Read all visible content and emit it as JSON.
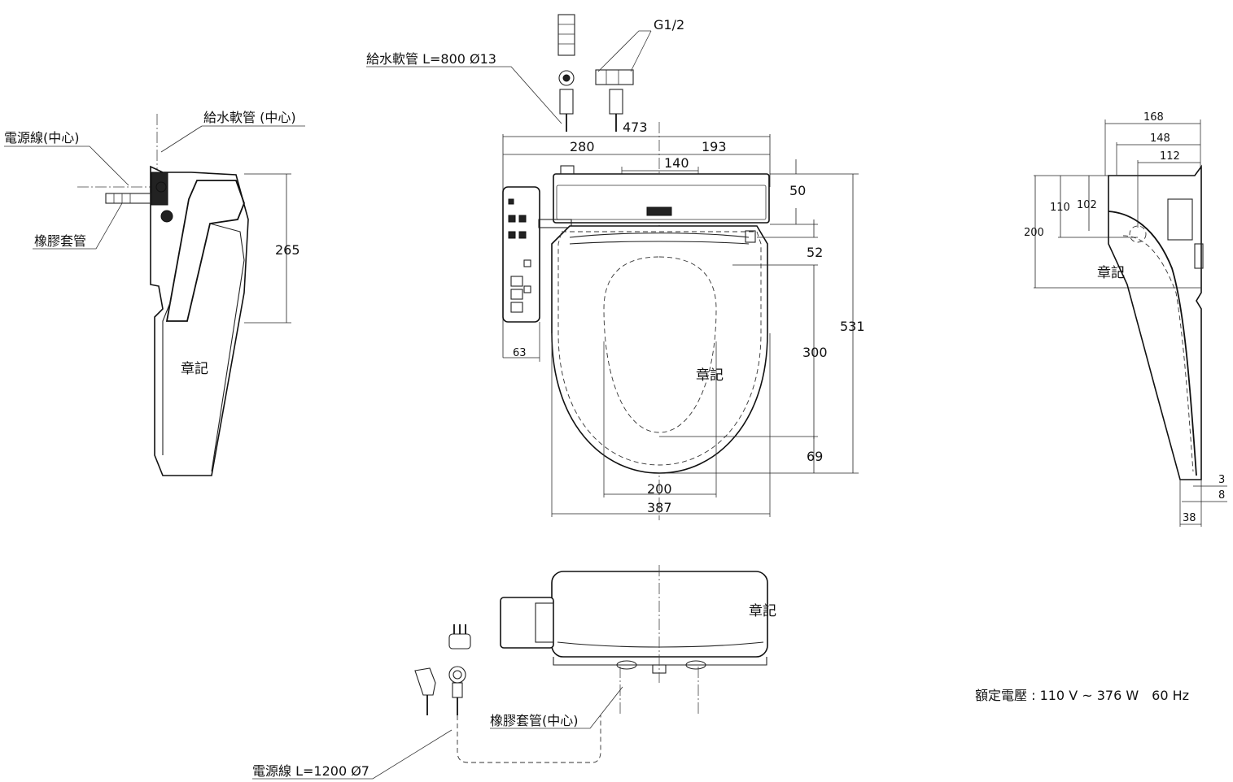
{
  "labels": {
    "water_hose": "給水軟管 L=800 Ø13",
    "thread": "G1/2",
    "water_hose_center": "給水軟管 (中心)",
    "power_cord_center": "電源線(中心)",
    "rubber_hose": "橡膠套管",
    "rubber_hose_center": "橡膠套管(中心)",
    "power_cord": "電源線 L=1200 Ø7",
    "rating": "額定電壓 : 110 V ~ 376 W　60 Hz",
    "stamp": "章記"
  },
  "front_dims": {
    "d473": "473",
    "d280": "280",
    "d193": "193",
    "d140": "140",
    "d50": "50",
    "d52": "52",
    "d531": "531",
    "d300": "300",
    "d69": "69",
    "d63": "63",
    "d200": "200",
    "d387": "387"
  },
  "left_dims": {
    "d265": "265"
  },
  "right_dims": {
    "d168": "168",
    "d148": "148",
    "d112": "112",
    "d110": "110",
    "d102": "102",
    "d200": "200",
    "d3": "3",
    "d8": "8",
    "d38": "38"
  }
}
